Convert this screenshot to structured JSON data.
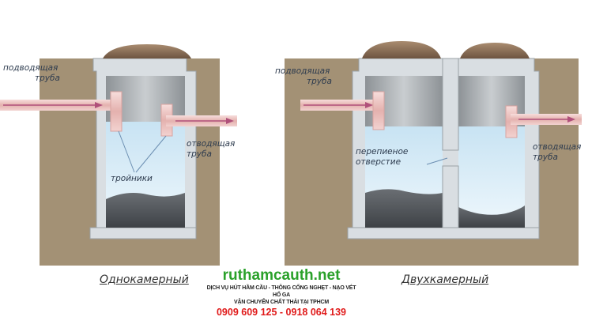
{
  "left_tank": {
    "inlet_label": [
      "подводящая",
      "труба"
    ],
    "outlet_label": [
      "отводящая",
      "труба"
    ],
    "tees_label": "тройники",
    "caption": "Однокамерный"
  },
  "right_tank": {
    "inlet_label": [
      "подводящая",
      "труба"
    ],
    "outlet_label": [
      "отводящая",
      "труба"
    ],
    "overflow_label": [
      "перепиеное",
      "отверстие"
    ],
    "caption": "Двухкамерный"
  },
  "watermark": {
    "site": "ruthamcauth.net",
    "services_line1": "DỊCH VỤ HÚT HẦM CẦU - THÔNG CỐNG NGHẸT - NẠO VÉT HỐ GA",
    "services_line2": "VẬN CHUYỂN CHẤT THẢI TẠI TPHCM",
    "phones": "0909 609 125 - 0918 064 139"
  },
  "colors": {
    "soil": "#a39175",
    "concrete": "#d9dee2",
    "water": "#d4ebf7",
    "sludge": "#55595e",
    "pipe": "#ecc6c4",
    "lid": "#8a6f56",
    "site_green": "#2aa12a",
    "phone_red": "#e01a1a"
  }
}
